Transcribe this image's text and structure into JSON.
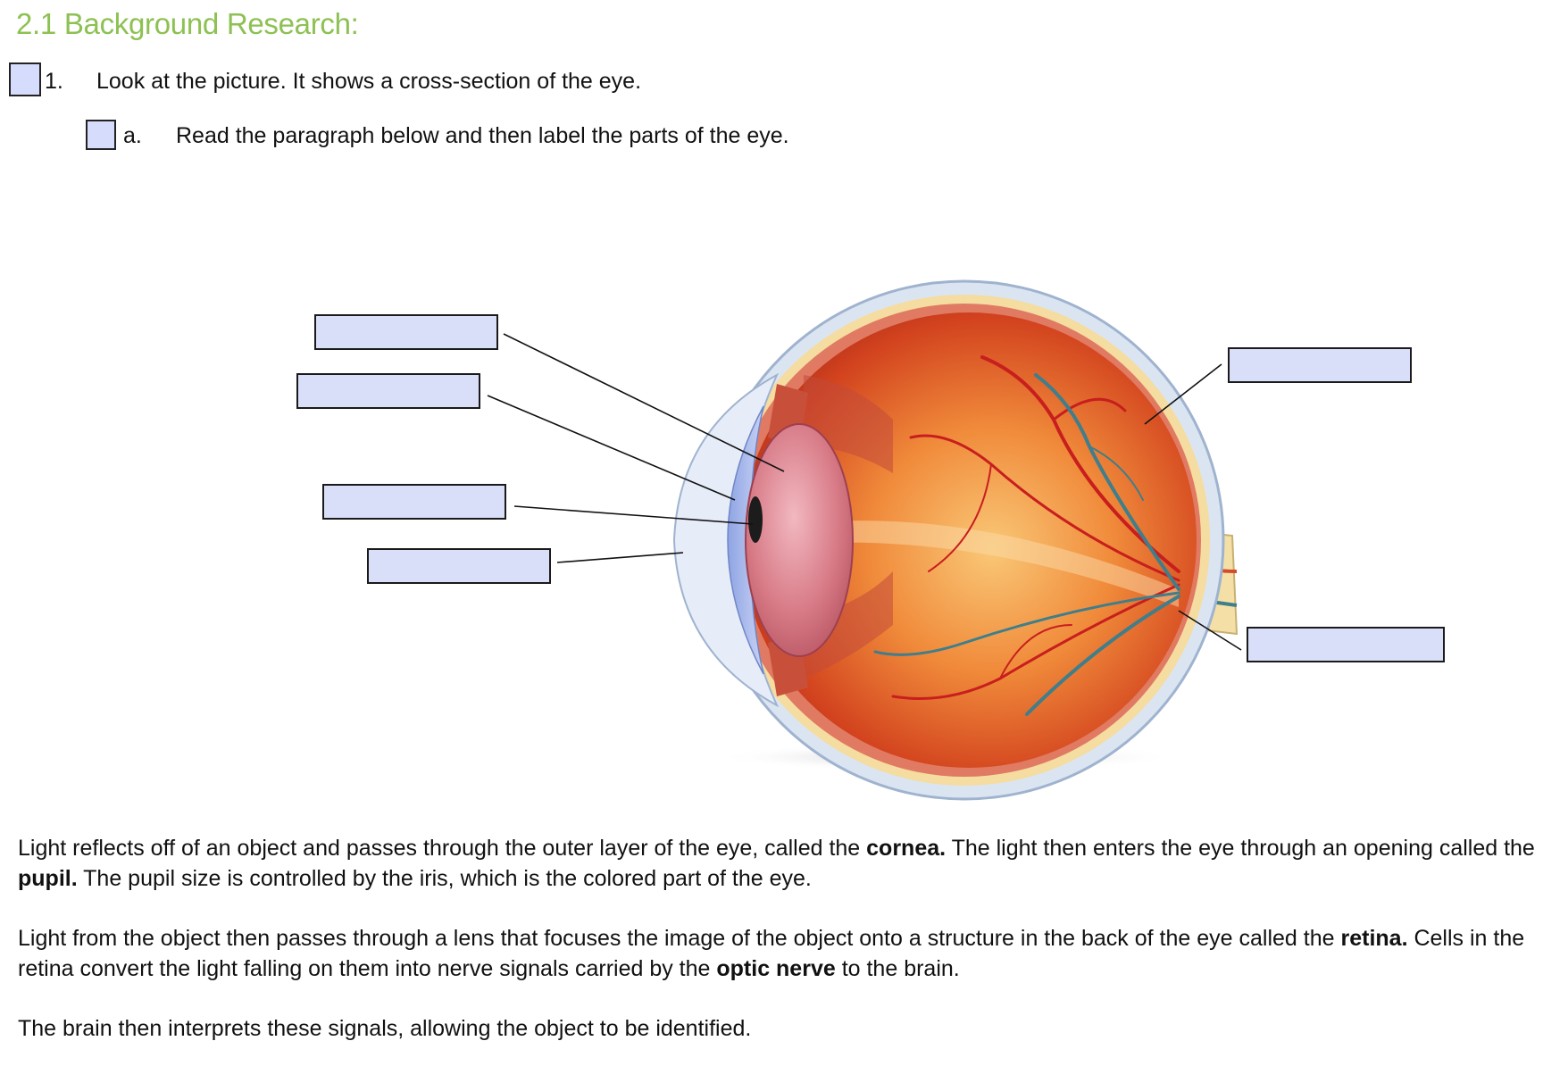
{
  "heading": "2.1 Background Research:",
  "question": {
    "number": "1.",
    "text": "Look at the picture. It shows a cross-section of the eye."
  },
  "subquestion": {
    "letter": "a.",
    "text": "Read the paragraph below and then label the parts of the eye."
  },
  "label_boxes": [
    {
      "value": ""
    },
    {
      "value": ""
    },
    {
      "value": ""
    },
    {
      "value": ""
    },
    {
      "value": ""
    },
    {
      "value": ""
    }
  ],
  "paragraphs": {
    "p1": {
      "a": "Light reflects off of an object and passes through the outer layer of the eye, called the ",
      "b1": "cornea.",
      "c": " The light then enters the eye through an opening called the ",
      "b2": "pupil.",
      "d": " The pupil size is controlled by the iris, which is the colored part of the eye."
    },
    "p2": {
      "a": "Light from the object then passes through a lens that focuses the image of the object onto a structure in the back of the eye called the ",
      "b1": "retina.",
      "c": " Cells in the retina convert the light falling on them into nerve signals carried by the ",
      "b2": "optic nerve",
      "d": " to the brain."
    },
    "p3": "The brain then interprets these signals, allowing the object to be identified."
  },
  "colors": {
    "heading": "#8dc152",
    "checkbox_fill": "#d6dcfb",
    "label_fill": "#d9def9"
  }
}
